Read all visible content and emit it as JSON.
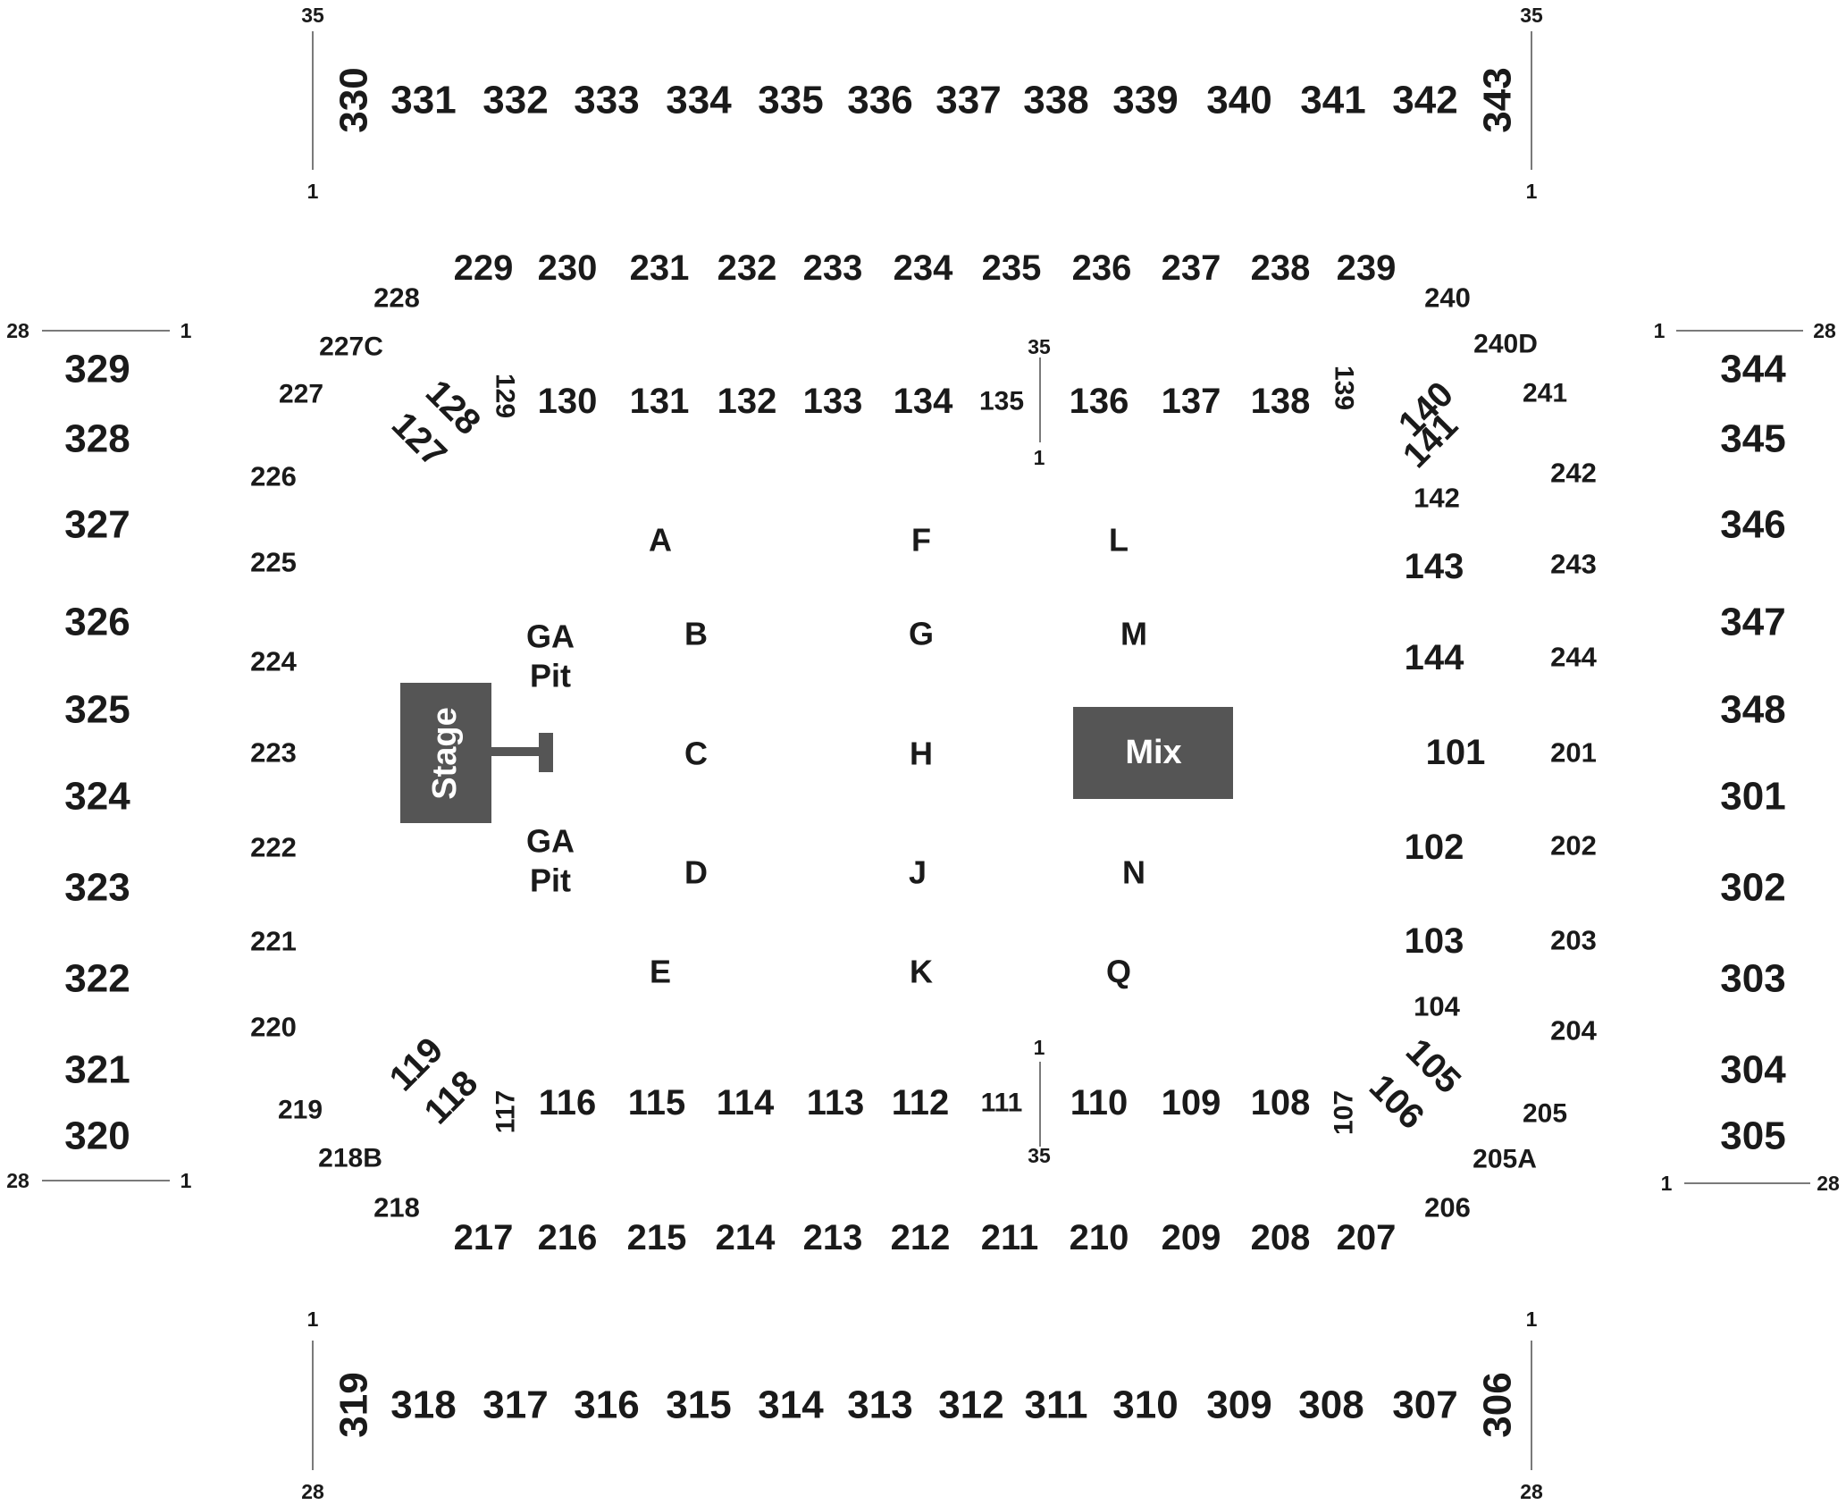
{
  "venue_map": {
    "stage_label": "Stage",
    "mix_label": "Mix",
    "ga_pit_top": [
      "GA",
      "Pit"
    ],
    "ga_pit_bottom": [
      "GA",
      "Pit"
    ],
    "colors": {
      "stage": "#555555",
      "mix": "#555555",
      "text": "#1a1a1a",
      "row_line": "#7a7a7a"
    },
    "floor_sections": [
      "A",
      "B",
      "C",
      "D",
      "E",
      "F",
      "G",
      "H",
      "J",
      "K",
      "L",
      "M",
      "N",
      "Q"
    ],
    "level_100": [
      "101",
      "102",
      "103",
      "104",
      "105",
      "106",
      "107",
      "108",
      "109",
      "110",
      "111",
      "112",
      "113",
      "114",
      "115",
      "116",
      "117",
      "118",
      "119",
      "127",
      "128",
      "129",
      "130",
      "131",
      "132",
      "133",
      "134",
      "135",
      "136",
      "137",
      "138",
      "139",
      "140",
      "141",
      "142",
      "143",
      "144"
    ],
    "level_200": [
      "201",
      "202",
      "203",
      "204",
      "205",
      "205A",
      "206",
      "207",
      "208",
      "209",
      "210",
      "211",
      "212",
      "213",
      "214",
      "215",
      "216",
      "217",
      "218",
      "218B",
      "219",
      "220",
      "221",
      "222",
      "223",
      "224",
      "225",
      "226",
      "227",
      "227C",
      "228",
      "229",
      "230",
      "231",
      "232",
      "233",
      "234",
      "235",
      "236",
      "237",
      "238",
      "239",
      "240",
      "240D",
      "241",
      "242",
      "243",
      "244"
    ],
    "level_300": [
      "301",
      "302",
      "303",
      "304",
      "305",
      "306",
      "307",
      "308",
      "309",
      "310",
      "311",
      "312",
      "313",
      "314",
      "315",
      "316",
      "317",
      "318",
      "319",
      "320",
      "321",
      "322",
      "323",
      "324",
      "325",
      "326",
      "327",
      "328",
      "329",
      "330",
      "331",
      "332",
      "333",
      "334",
      "335",
      "336",
      "337",
      "338",
      "339",
      "340",
      "341",
      "342",
      "343",
      "344",
      "345",
      "346",
      "347",
      "348"
    ],
    "row_markers": {
      "first": "1",
      "last_35": "35",
      "last_28": "28"
    }
  }
}
